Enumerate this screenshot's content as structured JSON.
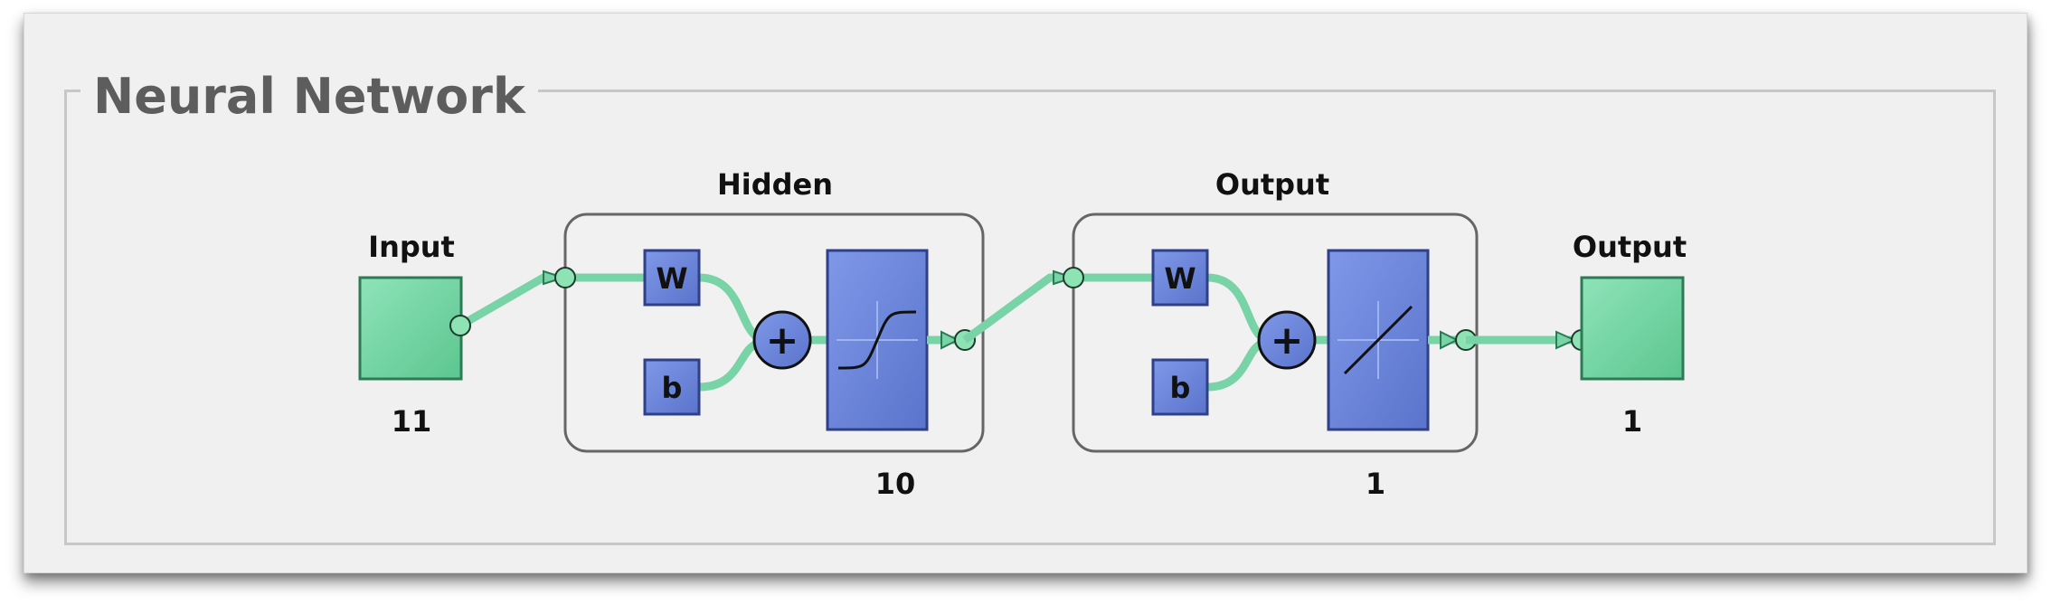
{
  "panel": {
    "title": "Neural Network"
  },
  "network": {
    "input": {
      "label": "Input",
      "size": "11"
    },
    "hidden": {
      "label": "Hidden",
      "size": "10",
      "weight": "W",
      "bias": "b",
      "sum_symbol": "+",
      "transfer": "sigmoid-icon"
    },
    "output_layer": {
      "label": "Output",
      "size": "1",
      "weight": "W",
      "bias": "b",
      "sum_symbol": "+",
      "transfer": "linear-icon"
    },
    "output": {
      "label": "Output",
      "size": "1"
    }
  },
  "colors": {
    "terminal_fill": "#6fd5a3",
    "connector": "#78d3a6",
    "block_fill": "#6a86dd",
    "block_border": "#2f3f88",
    "layer_box": "#f1f1f1",
    "panel_bg": "#f0f0f0"
  }
}
